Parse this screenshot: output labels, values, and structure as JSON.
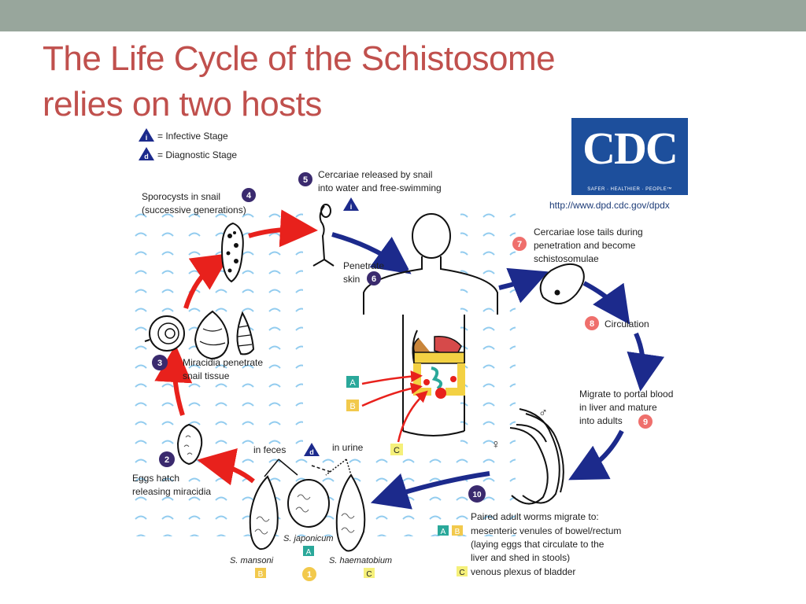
{
  "slide": {
    "title_line1": "The Life Cycle of the Schistosome",
    "title_line2": "relies on two hosts"
  },
  "legend": {
    "infective_letter": "i",
    "infective_label": "= Infective Stage",
    "diagnostic_letter": "d",
    "diagnostic_label": "= Diagnostic Stage"
  },
  "cdc": {
    "logo_text": "CDC",
    "tagline": "SAFER · HEALTHIER · PEOPLE™",
    "url": "http://www.dpd.cdc.gov/dpdx"
  },
  "steps": {
    "s1": {
      "num": "1"
    },
    "s2": {
      "num": "2",
      "line1": "Eggs hatch",
      "line2": "releasing miracidia"
    },
    "s3": {
      "num": "3",
      "line1": "Miracidia penetrate",
      "line2": "snail tissue"
    },
    "s4": {
      "num": "4",
      "line1": "Sporocysts in snail",
      "line2": "(successive generations)"
    },
    "s5": {
      "num": "5",
      "line1": "Cercariae released by snail",
      "line2": "into water and free-swimming",
      "stage": "i"
    },
    "s6": {
      "num": "6",
      "line1": "Penetrate",
      "line2": "skin"
    },
    "s7": {
      "num": "7",
      "line1": "Cercariae lose tails during",
      "line2": "penetration and become",
      "line3": "schistosomulae"
    },
    "s8": {
      "num": "8",
      "label": "Circulation"
    },
    "s9": {
      "num": "9",
      "line1": "Migrate to portal blood",
      "line2": "in liver and mature",
      "line3": "into adults"
    },
    "s10": {
      "num": "10",
      "line1": "Paired adult worms migrate to:",
      "line2": "mesenteric venules of bowel/rectum",
      "line3": "(laying eggs that circulate to the",
      "line4": "liver and shed in stools)",
      "line5": "venous plexus of bladder"
    }
  },
  "eggs": {
    "in_feces": "in feces",
    "in_urine": "in urine",
    "diag_letter": "d",
    "mansoni": "S. mansoni",
    "japonicum": "S. japonicum",
    "haematobium": "S. haematobium"
  },
  "species_keys": {
    "A": "A",
    "B": "B",
    "C": "C"
  },
  "symbols": {
    "male": "♂",
    "female": "♀"
  },
  "colors": {
    "title": "#c0504d",
    "topbar": "#98a69c",
    "red_arrow": "#e8211c",
    "blue_arrow": "#1c2a8c",
    "purple_badge": "#3a2a6e",
    "salmon_badge": "#ef6f6c",
    "key_A": "#2aa89a",
    "key_B": "#f2c94c",
    "key_C": "#f5f07a",
    "cdc_blue": "#1d4f9c"
  }
}
